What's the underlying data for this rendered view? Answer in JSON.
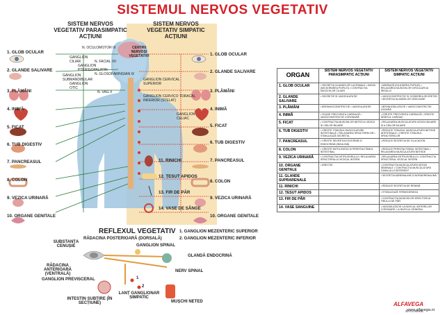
{
  "title": "SISTEMUL NERVOS VEGETATIV",
  "left_header": [
    "SISTEM NERVOS",
    "VEGETATIV PARASIMPATIC",
    "ACȚIUNI"
  ],
  "right_header": [
    "SISTEM NERVOS",
    "VEGETATIV SIMPATIC",
    "ACȚIUNI"
  ],
  "organs_left": [
    "1. GLOB OCULAR",
    "2. GLANDE SALIVARE",
    "3. PLĂMÂNI",
    "4. INIMĂ",
    "5. FICAT",
    "6. TUB DIGESTIV",
    "7. PANCREASUL",
    "8. COLON",
    "9. VEZICA URINARĂ",
    "10. ORGANE GENITALE"
  ],
  "organs_right": [
    "1. GLOB OCULAR",
    "2. GLANDE SALIVARE",
    "3. PLĂMÂNI",
    "4. INIMĂ",
    "5. FICAT",
    "6. TUB DIGESTIV",
    "7. PANCREASUL",
    "8. COLON",
    "9. VEZICA URINARĂ",
    "10. ORGANE GENITALE"
  ],
  "center_labels": {
    "centrii": "CENTRII NERVOȘI VEGETATIVI",
    "n3": "N. OCULOMOTOR III",
    "g_ciliar": "GANGLION CILIAR",
    "g_ptery": "GANGLION PTERIGOPALATIN",
    "n7": "N. FACIAL VII",
    "n9": "N. GLOSOFARINGIAN IX",
    "g_sub": "GANGLION SUBMANDIBULAR",
    "g_otic": "GANGLION OTIC",
    "n10": "N. VAG X",
    "g_cerv": "GANGLION CERVICAL SUPERIOR",
    "g_stel": "GANGLION CERVICO TORACAL INFERIOR (STELAT)",
    "g_celiac": "GANGLION CELIAC",
    "rinichi": "11. RINICHI",
    "tesut": "12. ȚESUT APIDOS",
    "fir": "13. FIR DE PĂR",
    "vase": "14. VASE DE SÂNGE"
  },
  "reflex": {
    "title": "REFLEXUL VEGETATIV",
    "legend": [
      "1. GANGLION MEZENTERIC SUPERIOR",
      "2. GANGLION MEZENTERIC INFERIOR"
    ],
    "radacina_post": "RĂDACINA POSTERIOARĂ (DORSALĂ)",
    "substanta": "SUBSTANȚA CENUȘIE",
    "g_spinal": "GANGLION SPINAL",
    "glanda": "GLANDĂ ENDOCRINĂ",
    "radacina_ant": "RĂDACINA ANTERIOARĂ (VENTRALĂ)",
    "nerv": "NERV SPINAL",
    "g_prev": "GANGLION PREVISCERAL",
    "intestin": "INTESTIN SUBȚIRE (ÎN SECȚIUNE)",
    "lant": "LANȚ GANGLIONAR SIMPATIC",
    "muschi": "MUȘCHI NETED",
    "n1": "1",
    "n2": "2"
  },
  "table": {
    "headers": [
      "ORGAN",
      "SISTEM NERVOS VEGETATIV PARASIMPATIC ACȚIUNI",
      "SISTEM NERVOS VEGETATIV SIMPATIC ACȚIUNI"
    ],
    "rows": [
      [
        "1. GLOB OCULAR",
        "• SECREȚIA GLANDELOR LACRIMALE • MIOZA (MICȘORAREA PUPILEI) • CONTRACȚIA MUȘCHILOR CILIARI",
        "• MIDRIAZĂ (DILATAREA PUPILEI) • RELAXAREA MUȘCHILOR CIRCULARI AI IRISULUI"
      ],
      [
        "2. GLANDE SALIVARE",
        "• SECREȚIE ȘI VASODILATAȚIE",
        "• VASOCONSTRICȚIE ȘI SCĂDEREA SECREȚIEI • SECREȚIA GLANDELOR VÂSCOASE"
      ],
      [
        "3. PLĂMÂNI",
        "• BRONHOCONSTRICȚIE • VASODILATAȚIE",
        "• BRONHODILATAȚIE • VASOCONSTRICȚIE UȘOARĂ"
      ],
      [
        "4. INIMĂ",
        "• SCADE FRECVENȚA CARDIACĂ • VASOCONSTRICȚIE CORONARĂ",
        "• CREȘTE FRECVENȚA CARDIACĂ • CREȘTE DEBITUL CARDIAC"
      ],
      [
        "5. FICAT",
        "• CONTRACȚIA MUȘCHILOR NETEZI A VEZICII ȘI CĂILOR BILIARE",
        "• RELAXAREA MUSCULATURII VEZICII BILIARE ȘI A CĂILOR BILIARE"
      ],
      [
        "6. TUB DIGESTIV",
        "• CREȘTE TONUSUL MUSCULATURII INTESTINALE • RELAXAREA SFINCTERELOR • STIMULEAZĂ SECREȚIA",
        "• REDUCE TONUSUL MUSCULATURII NETEDE INTESTINALE • CREȘTE TONUSUL SFINCTERELOR"
      ],
      [
        "7. PANCREASUL",
        "• CREȘTE SECREȚIA EXOCRINĂ ȘI ENDOCRINĂ (INSULINĂ)",
        "• REDUCE SECREȚIA DE GLUCAGON"
      ],
      [
        "8. COLON",
        "• CREȘTE MOTILITATEA ȘI PERISTALTISMUL INTESTINAL",
        "• REDUCE PERISTALTISMUL INTESTINAL • RELAXAREA MUSCULATURII NETEDE"
      ],
      [
        "9. VEZICA URINARĂ",
        "• CONTRACȚIA DETRUSORULUI • RELAXAREA SFINCTERULUI VEZICAL INTERN",
        "• RELAXAREA DETRUSORULUI • CONTRACȚIA SFINCTERUL VEZICAL INTERN"
      ],
      [
        "10. ORGANE GENITALE",
        "• ERECȚIE",
        "• CONTRACȚIA MUSCULATURII VEZICII SEMINALE • CONTRACȚIA MUSCULATURII CANALULUI DEFERENT"
      ],
      [
        "11. GLANDE SUPRARENALE",
        "",
        "• SECREȚIA ADRENALINĂ ȘI NORADRENALINĂ"
      ],
      [
        "11. RINICHI",
        "",
        "• REDUCE SECREȚIA DE RENINĂ"
      ],
      [
        "12. ȚESUT APIDOS",
        "",
        "• STIMULEAZĂ TERMOGENEZA"
      ],
      [
        "13. FIR DE PĂR",
        "",
        "• CONTRACȚIA MUȘCHILOR ERECTORI AI FIRULUI DE PĂR"
      ],
      [
        "14. VASE SANGUINE",
        "",
        "• VASODILATAȚIE LA NIVELUL ARTERELOR CORONARE, LA NIVELUL GENERAL"
      ]
    ]
  },
  "footer": {
    "logo": "ALFAVEGA",
    "sub": "SATU MARE",
    "url": "www.alfavega.ro"
  },
  "colors": {
    "title": "#d41f26",
    "body": "#9fc6e0",
    "bg_right": "#f8e3b8",
    "line": "#2a7a3a"
  }
}
